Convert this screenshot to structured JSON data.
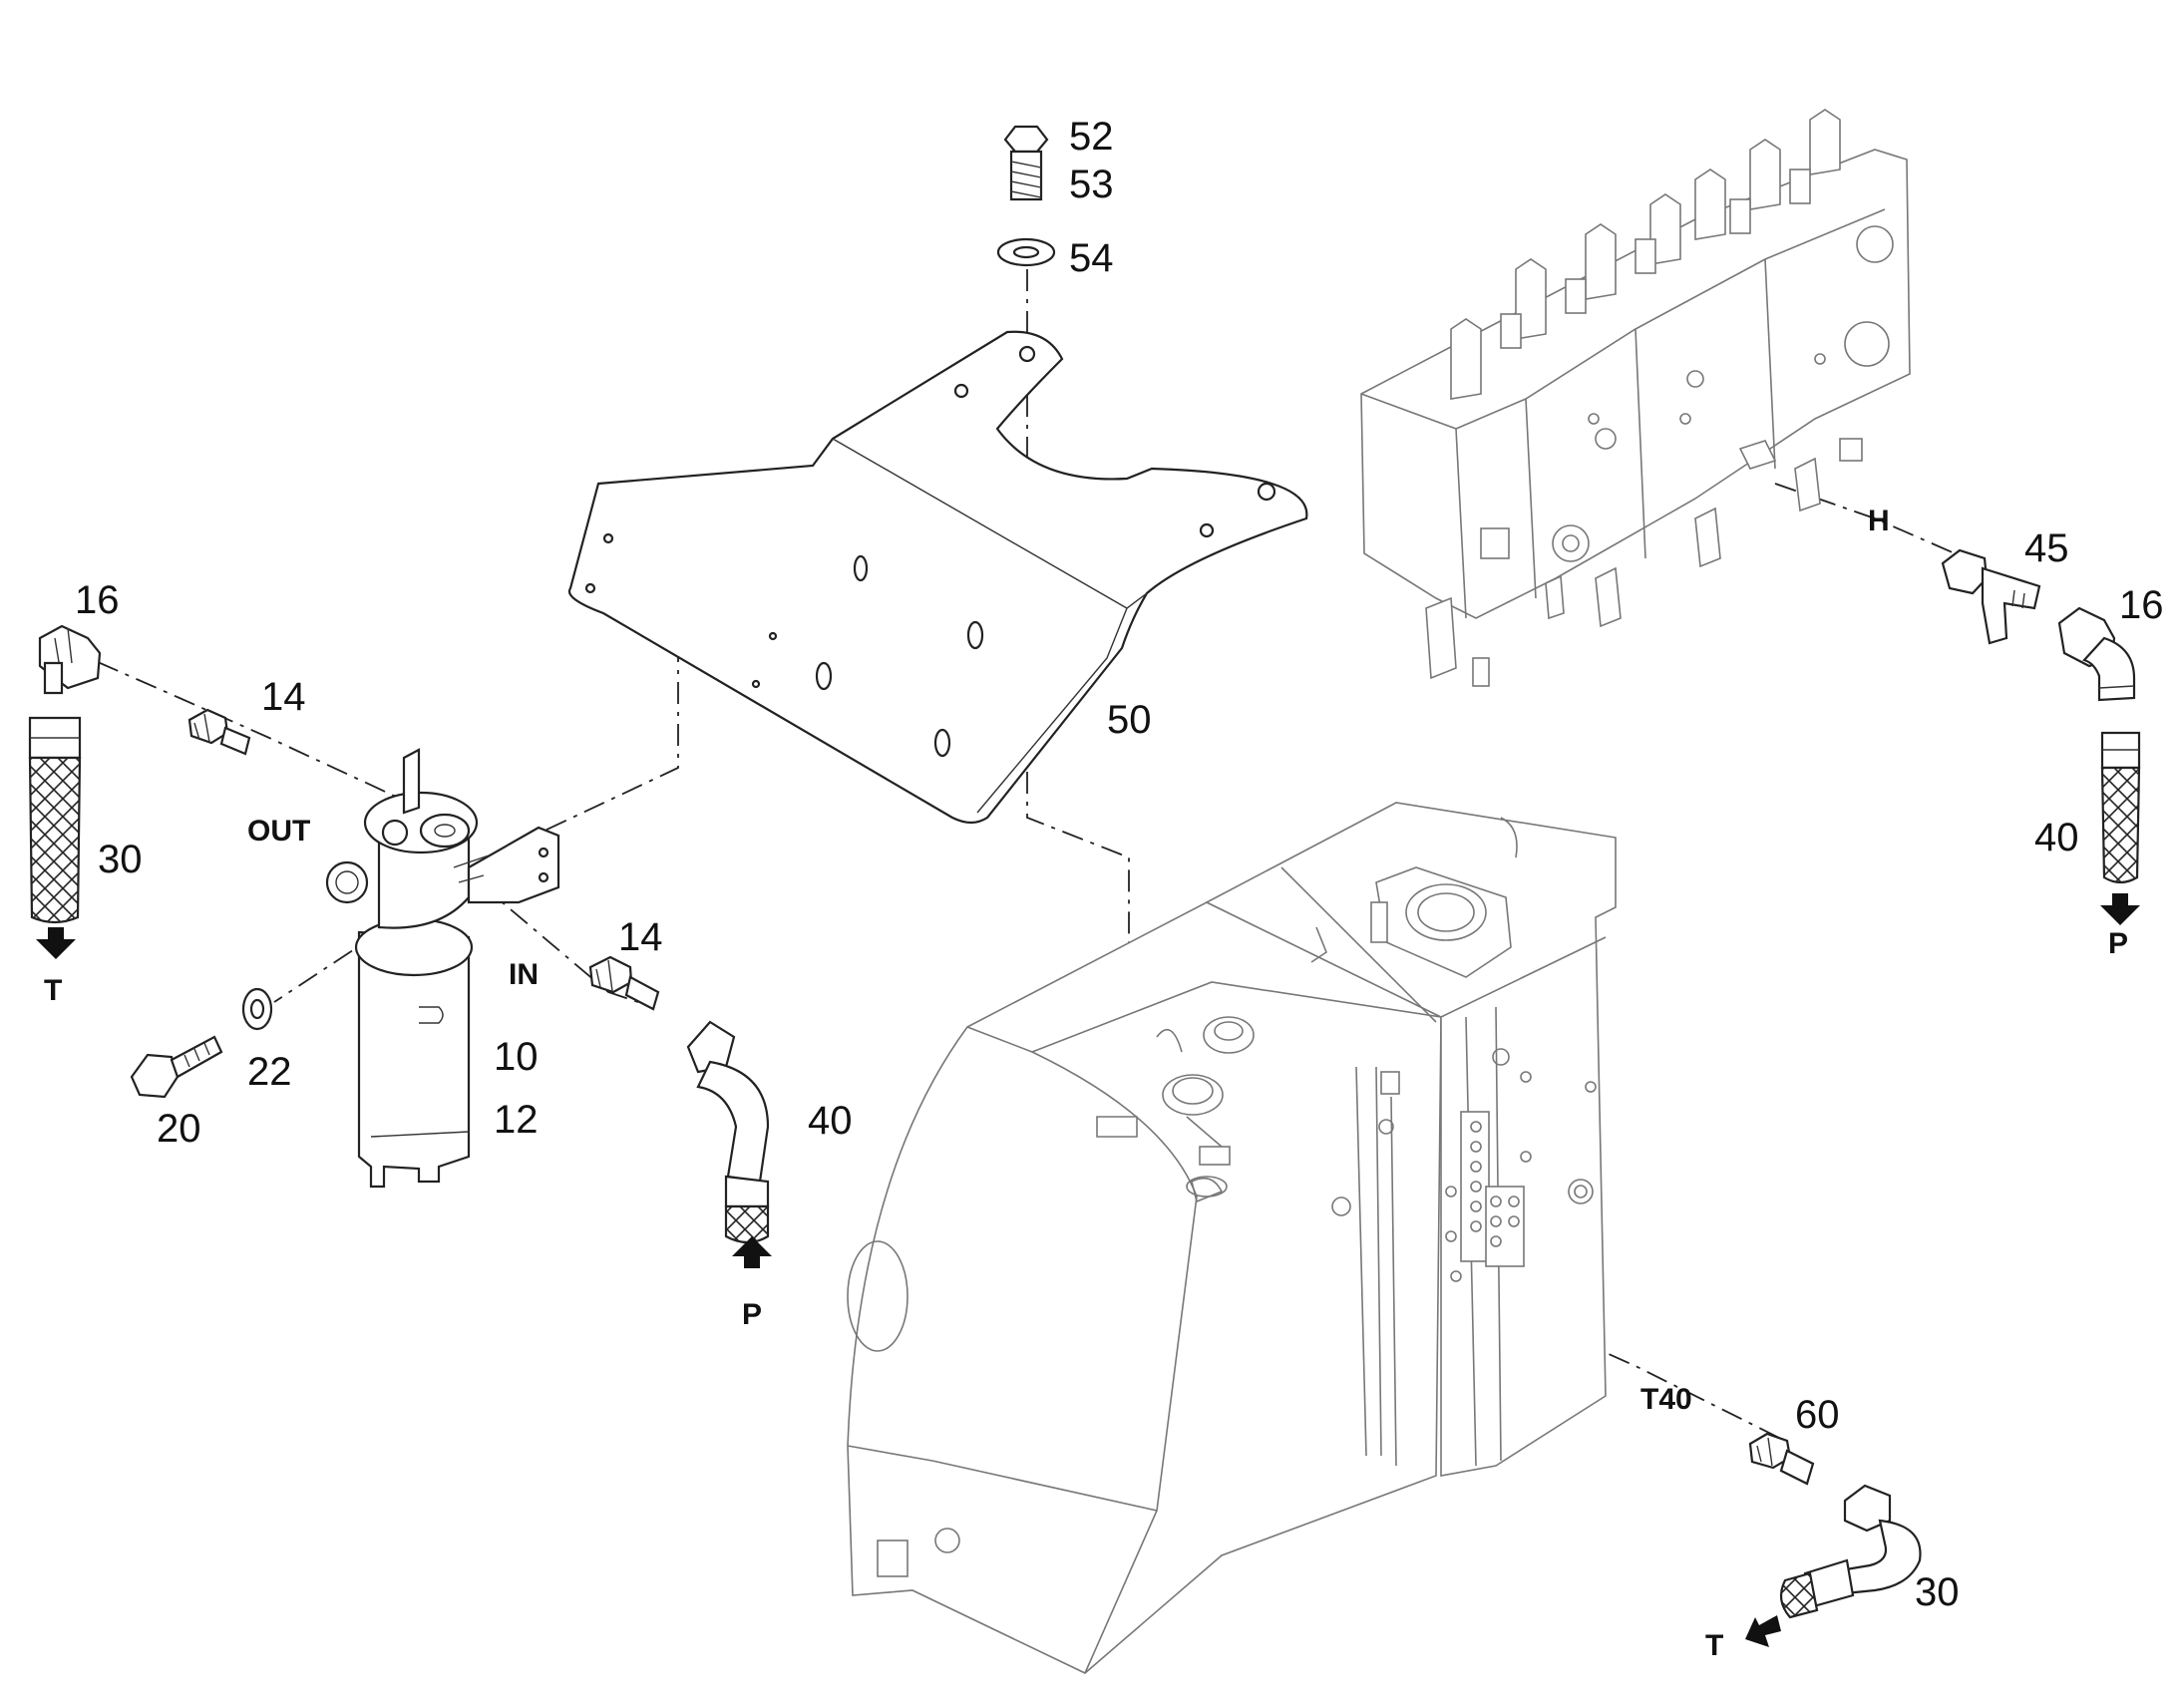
{
  "labels": {
    "p52": "52",
    "p53": "53",
    "p54": "54",
    "p50": "50",
    "p45": "45",
    "p16_left": "16",
    "p16_right": "16",
    "p14_top": "14",
    "p14_bottom": "14",
    "p30_left": "30",
    "p30_bottom": "30",
    "p40_center": "40",
    "p40_right": "40",
    "p10": "10",
    "p12": "12",
    "p20": "20",
    "p22": "22",
    "p60": "60"
  },
  "port_tags": {
    "out": "OUT",
    "in": "IN",
    "h": "H",
    "t40": "T40",
    "t_left": "T",
    "t_bottom": "T",
    "p_center": "P",
    "p_right": "P"
  }
}
